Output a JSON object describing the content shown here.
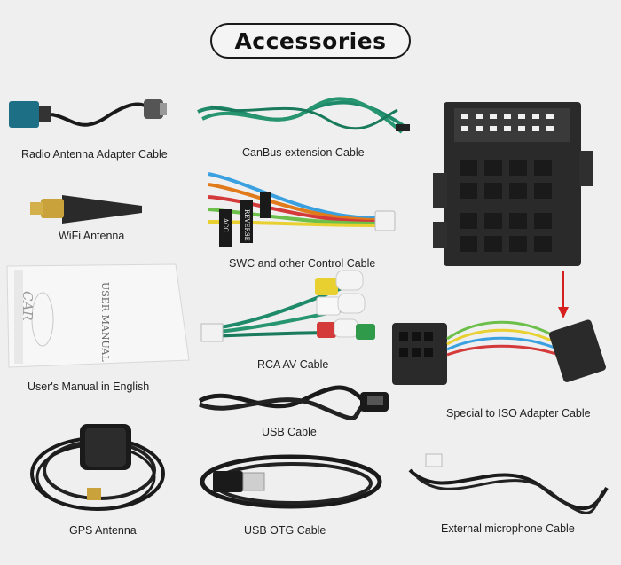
{
  "title": "Accessories",
  "items": [
    {
      "label": "Radio Antenna Adapter Cable"
    },
    {
      "label": "CanBus extension Cable"
    },
    {
      "label": "WiFi Antenna"
    },
    {
      "label": "SWC and other Control Cable"
    },
    {
      "label": "User's Manual in English"
    },
    {
      "label": "RCA AV Cable"
    },
    {
      "label": "Special to ISO Adapter Cable"
    },
    {
      "label": "USB Cable"
    },
    {
      "label": "GPS Antenna"
    },
    {
      "label": "USB OTG Cable"
    },
    {
      "label": "External microphone Cable"
    }
  ],
  "manual": {
    "brand": "CAR",
    "text": "USER MANUAL"
  },
  "swc_tags": [
    "REVERSE",
    "ACC"
  ],
  "colors": {
    "cable_green": "#1f8a6a",
    "arrow_red": "#d62020",
    "connector_black": "#2a2a2a",
    "teal_plug": "#1d6f86"
  }
}
